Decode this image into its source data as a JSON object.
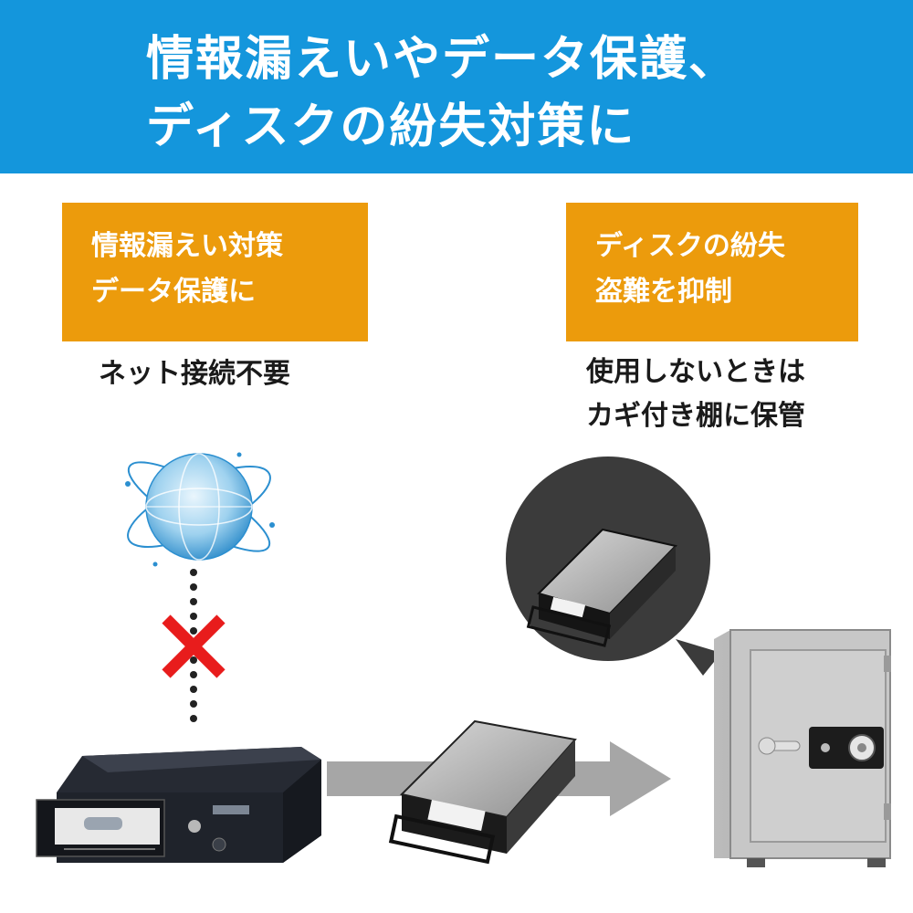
{
  "banner": {
    "line1": "情報漏えいやデータ保護、",
    "line2": "ディスクの紛失対策に"
  },
  "left_box": {
    "line1": "情報漏えい対策",
    "line2": "データ保護に"
  },
  "left_caption": "ネット接続不要",
  "right_box": {
    "line1": "ディスクの紛失",
    "line2": "盗難を抑制"
  },
  "right_caption": {
    "line1": "使用しないときは",
    "line2": "カギ付き棚に保管"
  },
  "colors": {
    "banner": "#1496dc",
    "orange_box": "#ec9b0c",
    "cross": "#e81c1c",
    "arrow": "#a6a6a6"
  },
  "icons": [
    "globe-icon",
    "cross-icon",
    "arrow-right-icon",
    "safe-icon",
    "hdd-enclosure-icon",
    "drive-tray-icon"
  ]
}
